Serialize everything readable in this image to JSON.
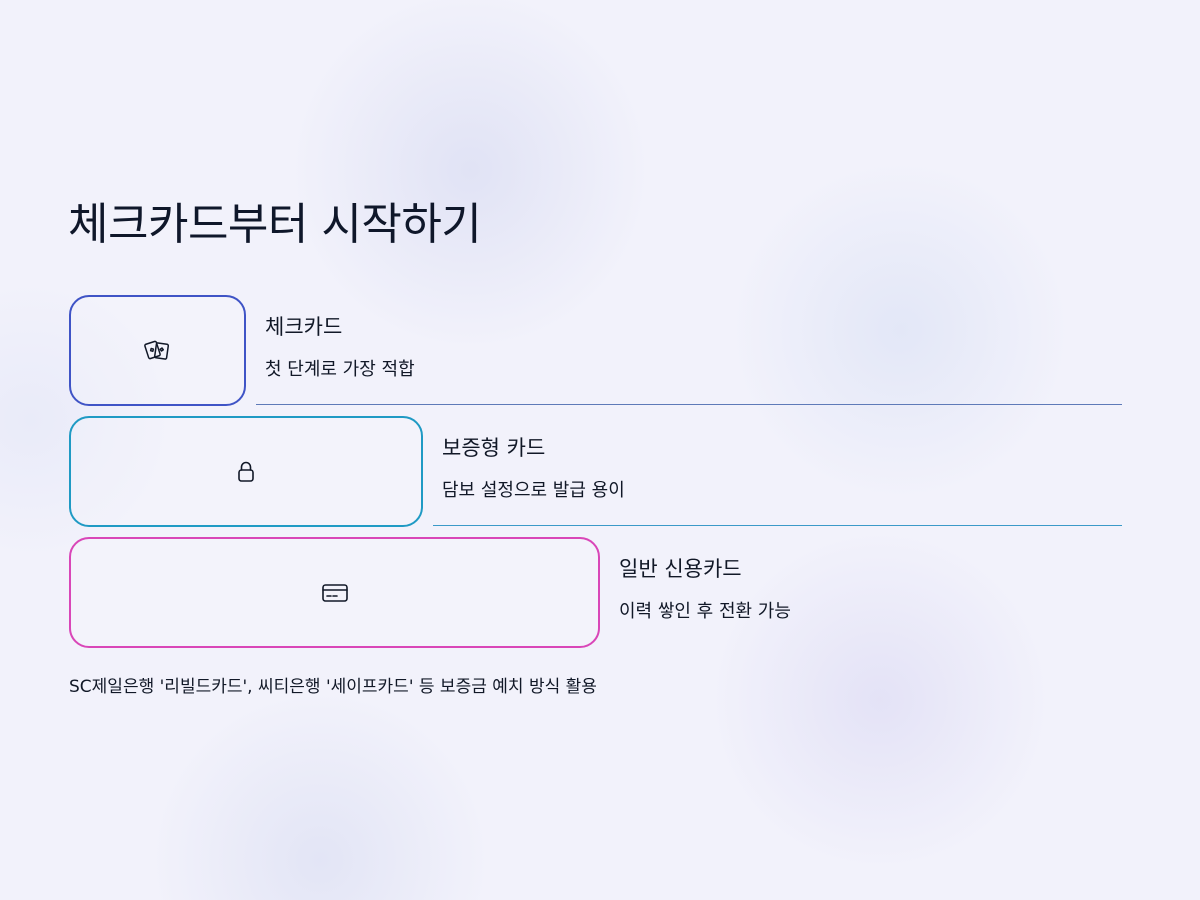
{
  "title": "체크카드부터 시작하기",
  "steps": [
    {
      "label": "체크카드",
      "description": "첫 단계로 가장 적합",
      "icon": "cards-icon",
      "accent": "#3f54c6"
    },
    {
      "label": "보증형 카드",
      "description": "담보 설정으로 발급 용이",
      "icon": "lock-icon",
      "accent": "#1f9ac4"
    },
    {
      "label": "일반 신용카드",
      "description": "이력 쌓인 후 전환 가능",
      "icon": "credit-card-icon",
      "accent": "#d946b8"
    }
  ],
  "footnote": "SC제일은행 '리빌드카드', 씨티은행 '세이프카드' 등 보증금 예치 방식 활용"
}
